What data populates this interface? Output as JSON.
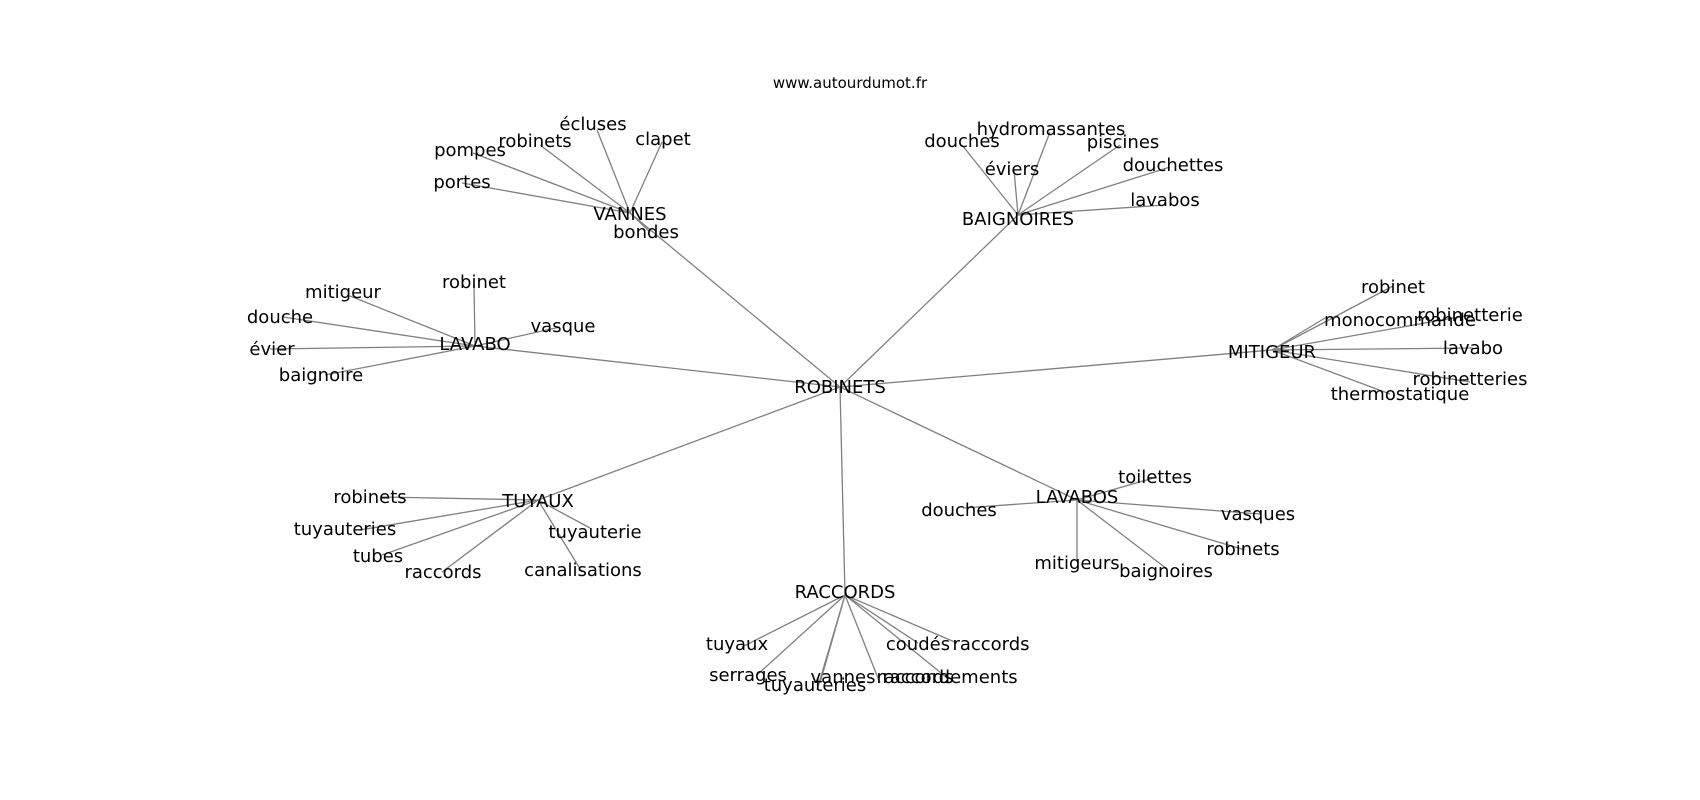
{
  "site": "www.autourdumot.fr",
  "colors": {
    "edge": "#808080",
    "text": "#000000",
    "background": "#ffffff"
  },
  "root": "ROBINETS",
  "groups": [
    {
      "hub": "VANNES",
      "leaves": [
        "écluses",
        "robinets",
        "clapet",
        "pompes",
        "portes",
        "bondes"
      ]
    },
    {
      "hub": "BAIGNOIRES",
      "leaves": [
        "hydromassantes",
        "douches",
        "piscines",
        "éviers",
        "douchettes",
        "lavabos"
      ]
    },
    {
      "hub": "LAVABO",
      "leaves": [
        "robinet",
        "mitigeur",
        "douche",
        "vasque",
        "évier",
        "baignoire"
      ]
    },
    {
      "hub": "MITIGEUR",
      "leaves": [
        "robinet",
        "monocommande",
        "robinetterie",
        "lavabo",
        "robinetteries",
        "thermostatique"
      ]
    },
    {
      "hub": "TUYAUX",
      "leaves": [
        "robinets",
        "tuyauteries",
        "tuyauterie",
        "tubes",
        "raccords",
        "canalisations"
      ]
    },
    {
      "hub": "LAVABOS",
      "leaves": [
        "toilettes",
        "douches",
        "vasques",
        "robinets",
        "mitigeurs",
        "baignoires"
      ]
    },
    {
      "hub": "RACCORDS",
      "leaves": [
        "tuyaux",
        "coudés",
        "raccords",
        "serrages",
        "vannes",
        "raccordements",
        "tuyauteries",
        "raccords"
      ]
    }
  ]
}
